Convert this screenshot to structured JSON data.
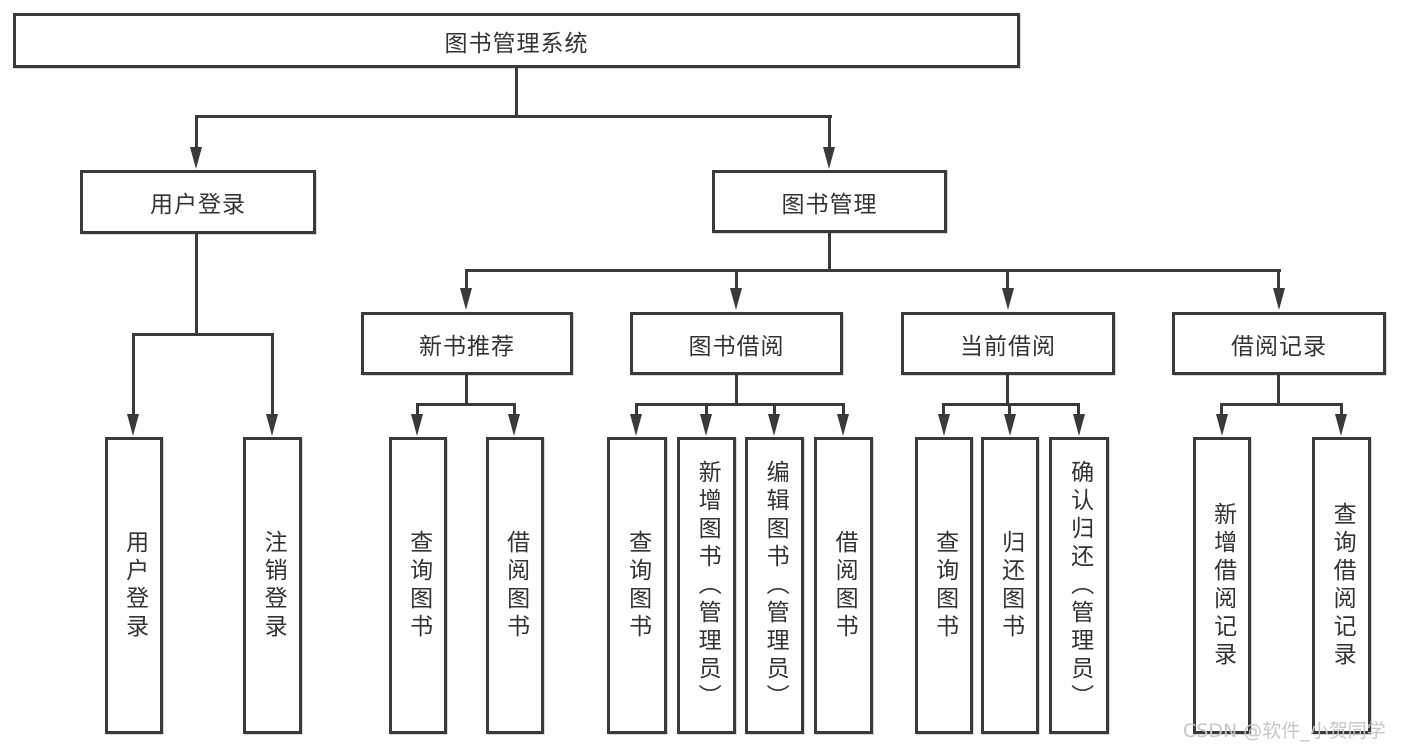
{
  "tree": {
    "root": "图书管理系统",
    "branches": [
      {
        "label": "用户登录",
        "children": [
          "用户登录",
          "注销登录"
        ]
      },
      {
        "label": "图书管理",
        "groups": [
          {
            "label": "新书推荐",
            "children": [
              "查询图书",
              "借阅图书"
            ]
          },
          {
            "label": "图书借阅",
            "children": [
              "查询图书",
              "新增图书（管理员）",
              "编辑图书（管理员）",
              "借阅图书"
            ]
          },
          {
            "label": "当前借阅",
            "children": [
              "查询图书",
              "归还图书",
              "确认归还（管理员）"
            ]
          },
          {
            "label": "借阅记录",
            "children": [
              "新增借阅记录",
              "查询借阅记录"
            ]
          }
        ]
      }
    ]
  },
  "watermark": "CSDN @软件_小贺同学",
  "colors": {
    "line": "#3a3a3a",
    "text": "#333333",
    "background": "#ffffff",
    "watermark": "#c9c6c7"
  }
}
